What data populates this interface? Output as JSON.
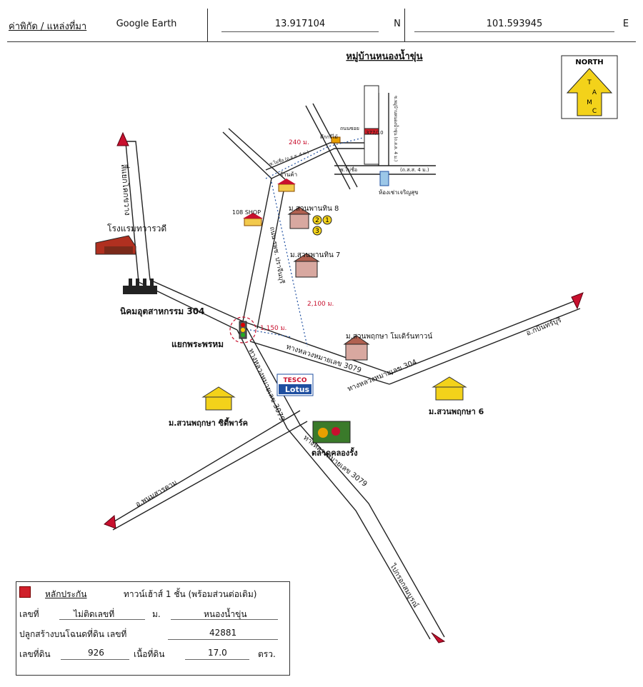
{
  "header": {
    "coord_label": "ค่าพิกัด / แหล่งที่มา",
    "source": "Google Earth",
    "lat": "13.917104",
    "lat_dir": "N",
    "lon": "101.593945",
    "lon_dir": "E"
  },
  "map": {
    "village_title": "หมู่บ้านหนองน้ำขุ่น",
    "north": {
      "top": "NORTH",
      "letters": [
        "T",
        "A",
        "M",
        "C"
      ]
    },
    "labels": {
      "thanon_yaek": "สี่แยกโคกขวาง",
      "hotel": "โรงแรมทวารวดี",
      "industrial": "นิคมอุตสาหกรรม 304",
      "junction": "แยกพระพรหม",
      "shop108": "108 SHOP",
      "shop": "ร้านค้า",
      "suan_pan_thin8": "ม.สวนพานทิน 8",
      "suan_pan_thin7": "ม.สวนพานทิน 7",
      "dist_2100": "2,100 ม.",
      "dist_1150": "1,150 ม.",
      "dist_240": "240 ม.",
      "modern_town": "ม.สวนพฤกษา โมเดิร์นทาวน์",
      "rd3079_a": "ทางหลวงหมายเลข 3079",
      "rd304": "ทางหลวงหมายเลข 304",
      "prachinburi": "อ.กบินทร์บุรี",
      "suan6": "ม.สวนพฤกษา 6",
      "tesco": "TESCO",
      "lotus": "Lotus",
      "city_park": "ม.สวนพฤกษา ซิตี้พาร์ค",
      "market": "ตลาดคลองรั้ง",
      "rd3079_b": "ทางหลวงหมายเลข 3079",
      "rd3079_c": "ทางหลวงหมายเลข 3079",
      "phanom": "อ.พนมสารคาม",
      "ban_sang": "ไปกรอกสมบูรณ์",
      "side_road": "ถนน รพช. ปราจีนบุรี",
      "soi_a": "ซ.ไม่ชื่อ (ถ.ส.ส. 4 ม.)",
      "soi_b": "ซ.ไม่ชื่อ",
      "soi_c": "(ถ.ส.ส. 4 ม.)",
      "soi_d": "ซ.หมู่บ้านหนองน้ำขุ่น (ถ.ส.ส. 4 ม.)",
      "land_office": "ตึกกรีไม้",
      "road_end": "ถนนซอย",
      "plot": "377/10",
      "dorm": "ห้องเช่าเจริญสุข",
      "marker1": "1",
      "marker2": "2",
      "marker3": "3"
    }
  },
  "legend": {
    "collateral_label": "หลักประกัน",
    "collateral_value": "ทาวน์เฮ้าส์ 1 ชั้น (พร้อมส่วนต่อเติม)",
    "no_label": "เลขที่",
    "no_value": "ไม่ติดเลขที่",
    "moo_label": "ม.",
    "moo_value": "หนองน้ำขุ่น",
    "deed_label": "ปลูกสร้างบนโฉนดที่ดิน เลขที่",
    "deed_value": "42881",
    "land_label": "เลขที่ดิน",
    "land_value": "926",
    "area_label": "เนื้อที่ดิน",
    "area_value": "17.0",
    "area_unit": "ตรว."
  },
  "colors": {
    "arrow": "#c8102e",
    "road": "#222",
    "marker": "#f3d21a",
    "red": "#d0202a",
    "blue": "#1f4fa0"
  }
}
